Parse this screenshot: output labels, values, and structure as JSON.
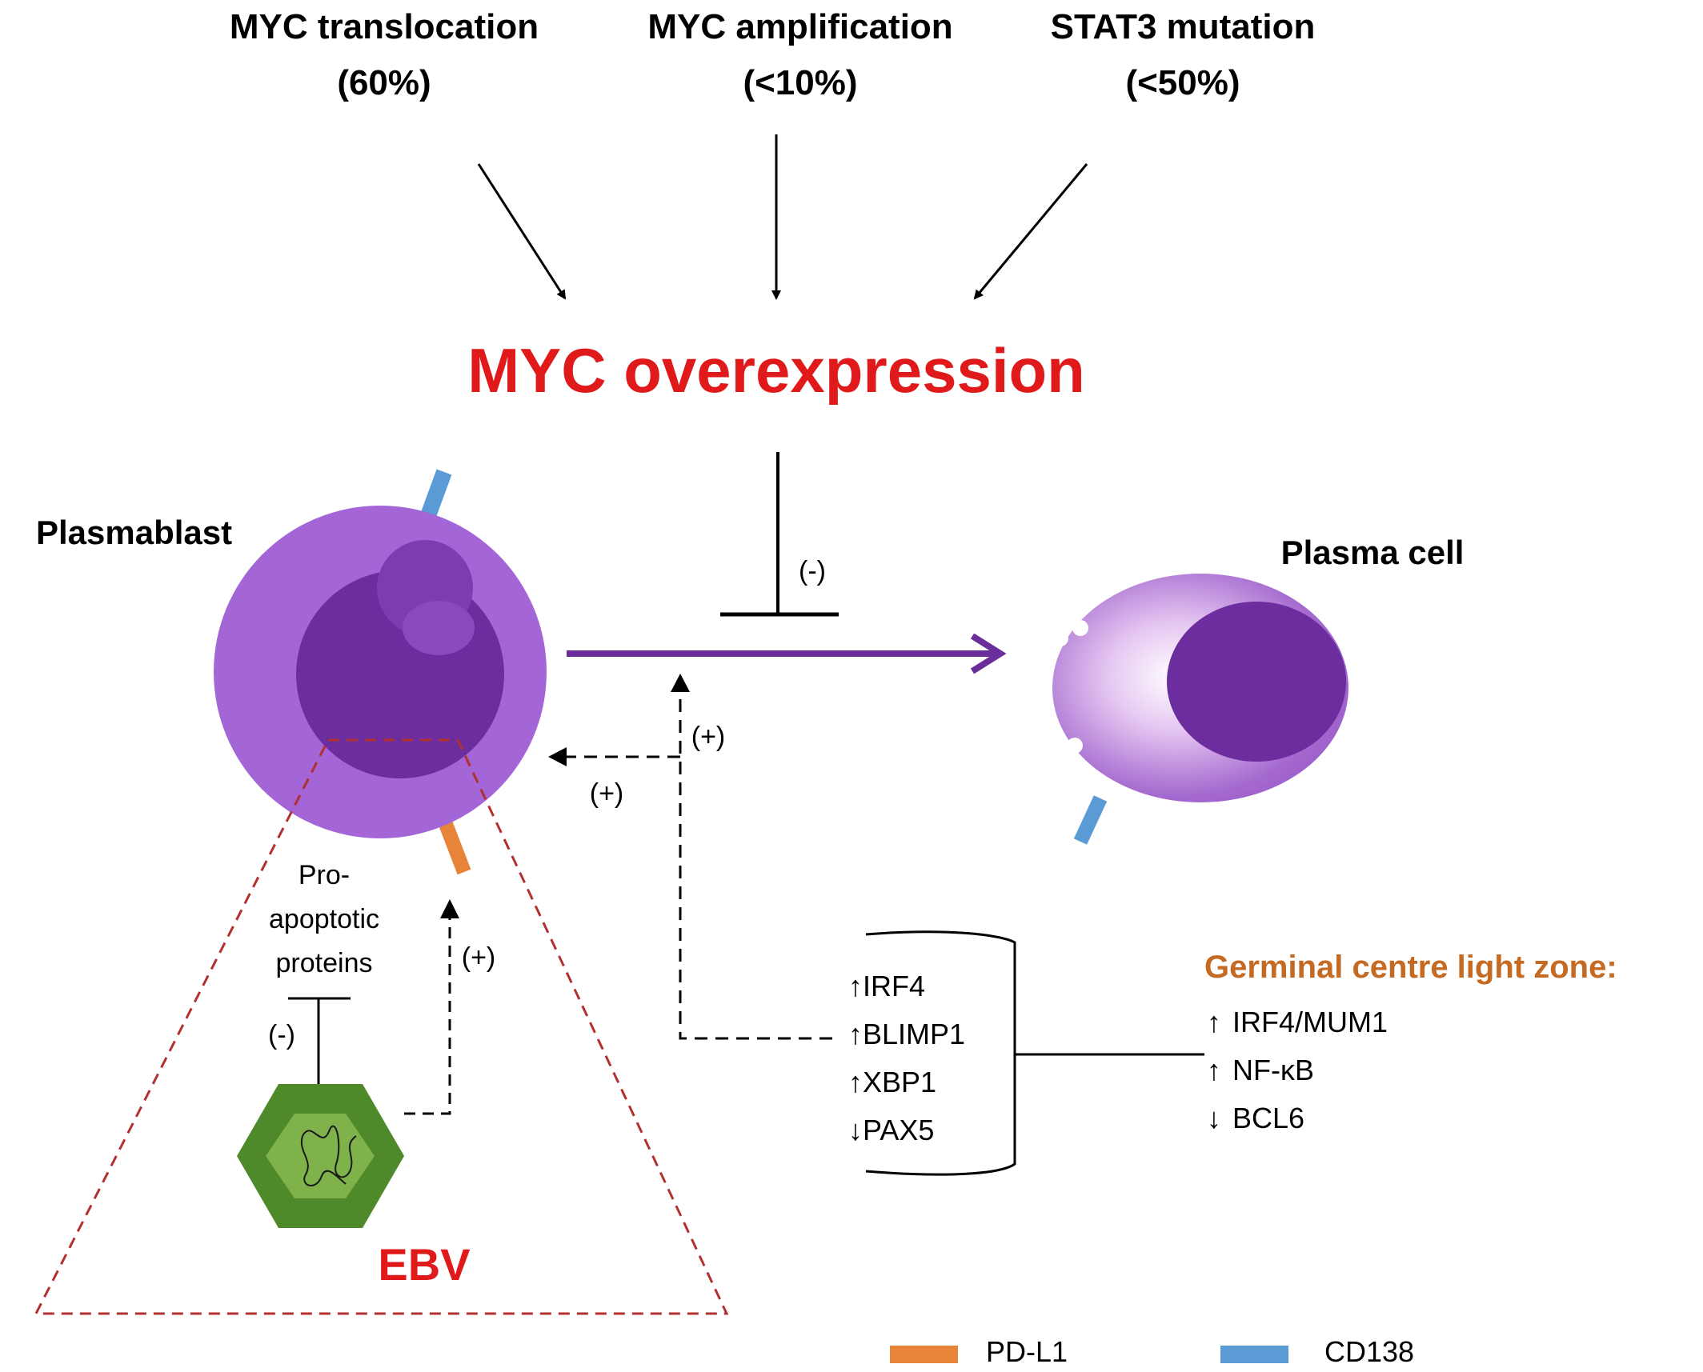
{
  "drivers": [
    {
      "name": "MYC translocation",
      "freq": "(60%)"
    },
    {
      "name": "MYC amplification",
      "freq": "(<10%)"
    },
    {
      "name": "STAT3 mutation",
      "freq": "(<50%)"
    }
  ],
  "central": {
    "title": "MYC overexpression"
  },
  "cells": {
    "plasmablast": "Plasmablast",
    "plasma_cell": "Plasma cell"
  },
  "signs": {
    "inhibit_main": "(-)",
    "promote_upper": "(+)",
    "promote_lower": "(+)",
    "promote_ebv": "(+)",
    "inhibit_ebv": "(-)"
  },
  "ebv": {
    "label": "EBV",
    "pro_apoptotic": [
      "Pro-",
      "apoptotic",
      "proteins"
    ]
  },
  "factors": [
    {
      "arrow": "↑",
      "name": "IRF4"
    },
    {
      "arrow": "↑",
      "name": "BLIMP1"
    },
    {
      "arrow": "↑",
      "name": "XBP1"
    },
    {
      "arrow": "↓",
      "name": "PAX5"
    }
  ],
  "gc_light_zone": {
    "title": "Germinal centre light zone:",
    "items": [
      {
        "arrow": "↑",
        "name": "IRF4/MUM1"
      },
      {
        "arrow": "↑",
        "name": "NF-κB"
      },
      {
        "arrow": "↓",
        "name": "BCL6"
      }
    ]
  },
  "legend": [
    {
      "label": "PD-L1",
      "color": "#E8843A"
    },
    {
      "label": "CD138",
      "color": "#5B9BD5"
    }
  ],
  "colors": {
    "accent_red": "#E01A1A",
    "purple_path": "#6A2E9A",
    "gc_orange": "#C46A22",
    "ebv_green_dark": "#4E8A2A",
    "ebv_green_light": "#7FB24A"
  }
}
